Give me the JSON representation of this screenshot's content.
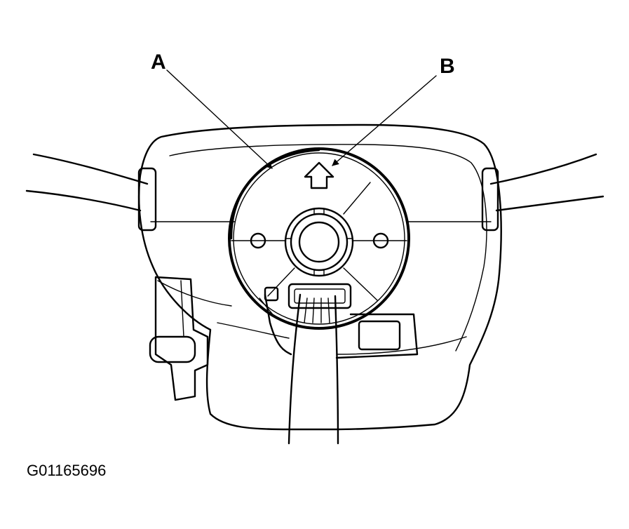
{
  "callouts": {
    "a": "A",
    "b": "B"
  },
  "figure_id": "G01165696"
}
